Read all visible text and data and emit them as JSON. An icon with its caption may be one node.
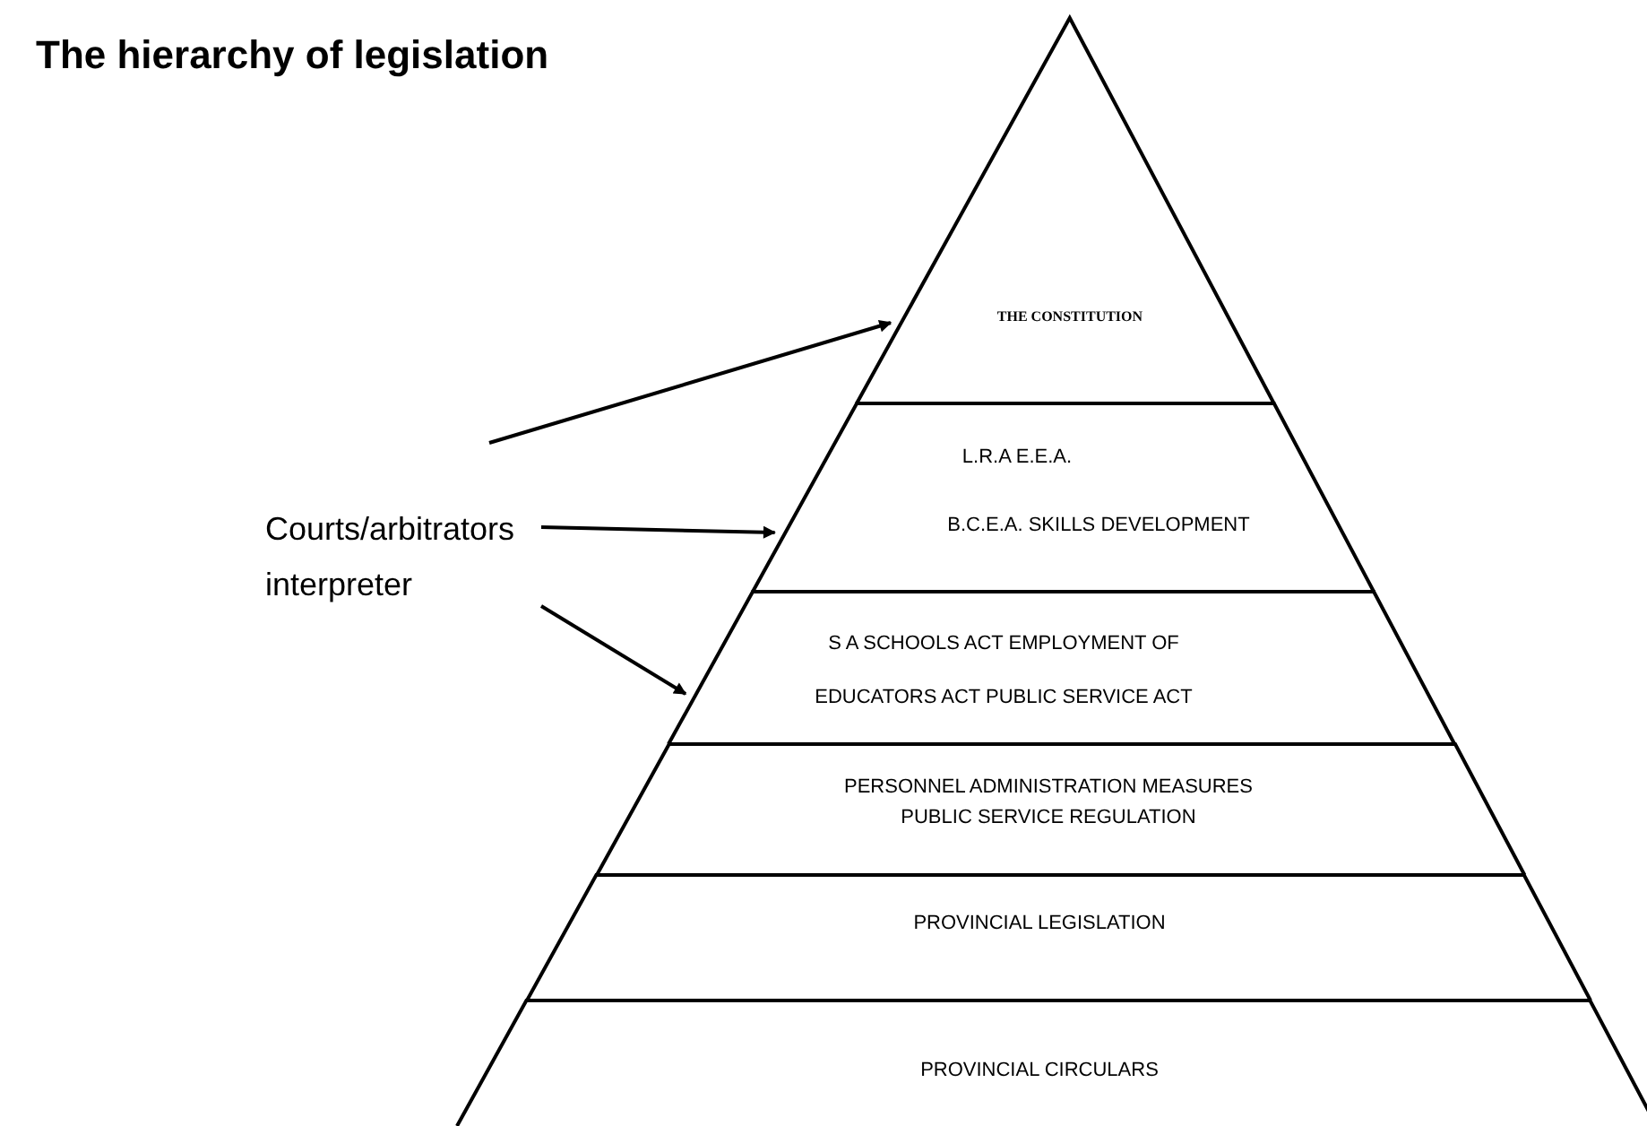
{
  "diagram": {
    "title": "The hierarchy of legislation",
    "nodes": [
      {
        "text": [
          "Courts/arbitrators interpreter"
        ]
      },
      {
        "text": [
          "THE CONSTITUTION"
        ]
      },
      {
        "text": [
          "L.R.A  E.E.A.",
          "B.C.E.A.     SKILLS DEVELOPMENT"
        ]
      },
      {
        "text": [
          "S A  SCHOOLS ACT EMPLOYMENT OF EDUCATORS ACT PUBLIC SERVICE ACT"
        ]
      },
      {
        "text": [
          "PERSONNEL ADMINISTRATION MEASURES PUBLIC SERVICE REGULATION"
        ]
      },
      {
        "text": [
          "PROVINCIAL LEGISLATION"
        ]
      },
      {
        "text": [
          "PROVINCIAL CIRCULARS"
        ]
      }
    ],
    "edges": [
      {
        "from": 0,
        "to": 1,
        "arrow": "to"
      },
      {
        "from": 0,
        "to": 2,
        "arrow": "to"
      },
      {
        "from": 0,
        "to": 3,
        "arrow": "to"
      }
    ]
  }
}
